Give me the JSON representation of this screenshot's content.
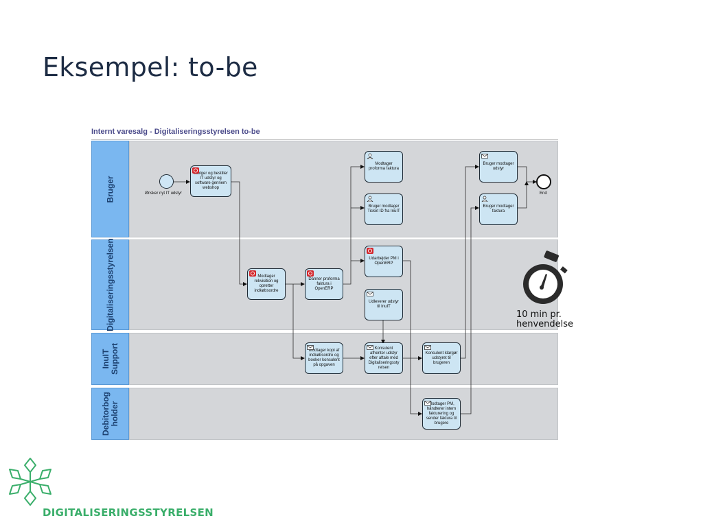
{
  "slide": {
    "title": "Eksempel: to-be"
  },
  "diagram": {
    "title": "Internt varesalg - Digitaliseringsstyrelsen to-be",
    "lanes": [
      {
        "label": "Bruger"
      },
      {
        "label": "Digitaliseringsstyrelsen"
      },
      {
        "label": "InuIT\nSupport"
      },
      {
        "label": "Debitorbog\nholder"
      }
    ],
    "events": {
      "start_label": "Ønsker nyt IT udstyr",
      "end_label": "End"
    },
    "tasks": {
      "t1": "Vælger og bestiller IT udstyr og software gennem webshop",
      "t2": "Modtager proforma faktura",
      "t3": "Bruger modtager Ticket ID fra InuIT",
      "t4": "Bruger modtager udstyr",
      "t5": "Bruger modtager faktura",
      "t6": "Modtager rekvisition og opretter indkøbsordre",
      "t7": "Danner proforma faktura i OpenERP",
      "t8": "Udarbejder PM i OpenERP",
      "t9": "Udleverer udstyr til InuIT",
      "t10": "Modtager kopi af indkøbsordre og booker konsulent på opgaven",
      "t11": "Konsulent afhenter udstyr efter aftale med Digitaliseringssty relsen",
      "t12": "Konsulent klargør udstyret til brugeren",
      "t13": "Modtager PM, håndterer intern fakturering og sender faktura til brugere"
    },
    "icons": {
      "t1": "warning-badge-icon",
      "t2": "user-icon",
      "t3": "user-icon",
      "t4": "envelope-icon",
      "t5": "user-icon",
      "t6": "warning-badge-icon",
      "t7": "warning-badge-icon",
      "t8": "warning-badge-icon",
      "t9": "envelope-icon",
      "t10": "envelope-icon",
      "t11": "envelope-icon",
      "t12": "envelope-icon",
      "t13": "envelope-icon"
    },
    "colors": {
      "lane_label": "#7ab7f0",
      "lane_body": "#d4d6d9",
      "task_fill": "#cde5f3",
      "event_fill": "#cfe6f5",
      "warning_badge": "#d3262b"
    }
  },
  "annotation": {
    "icon": "stopwatch-icon",
    "duration_line1": "10 min pr.",
    "duration_line2": "henvendelse"
  },
  "footer": {
    "logo_icon": "snowflake-logo-icon",
    "org_name": "DIGITALISERINGSSTYRELSEN",
    "brand_color": "#3aae6a"
  }
}
